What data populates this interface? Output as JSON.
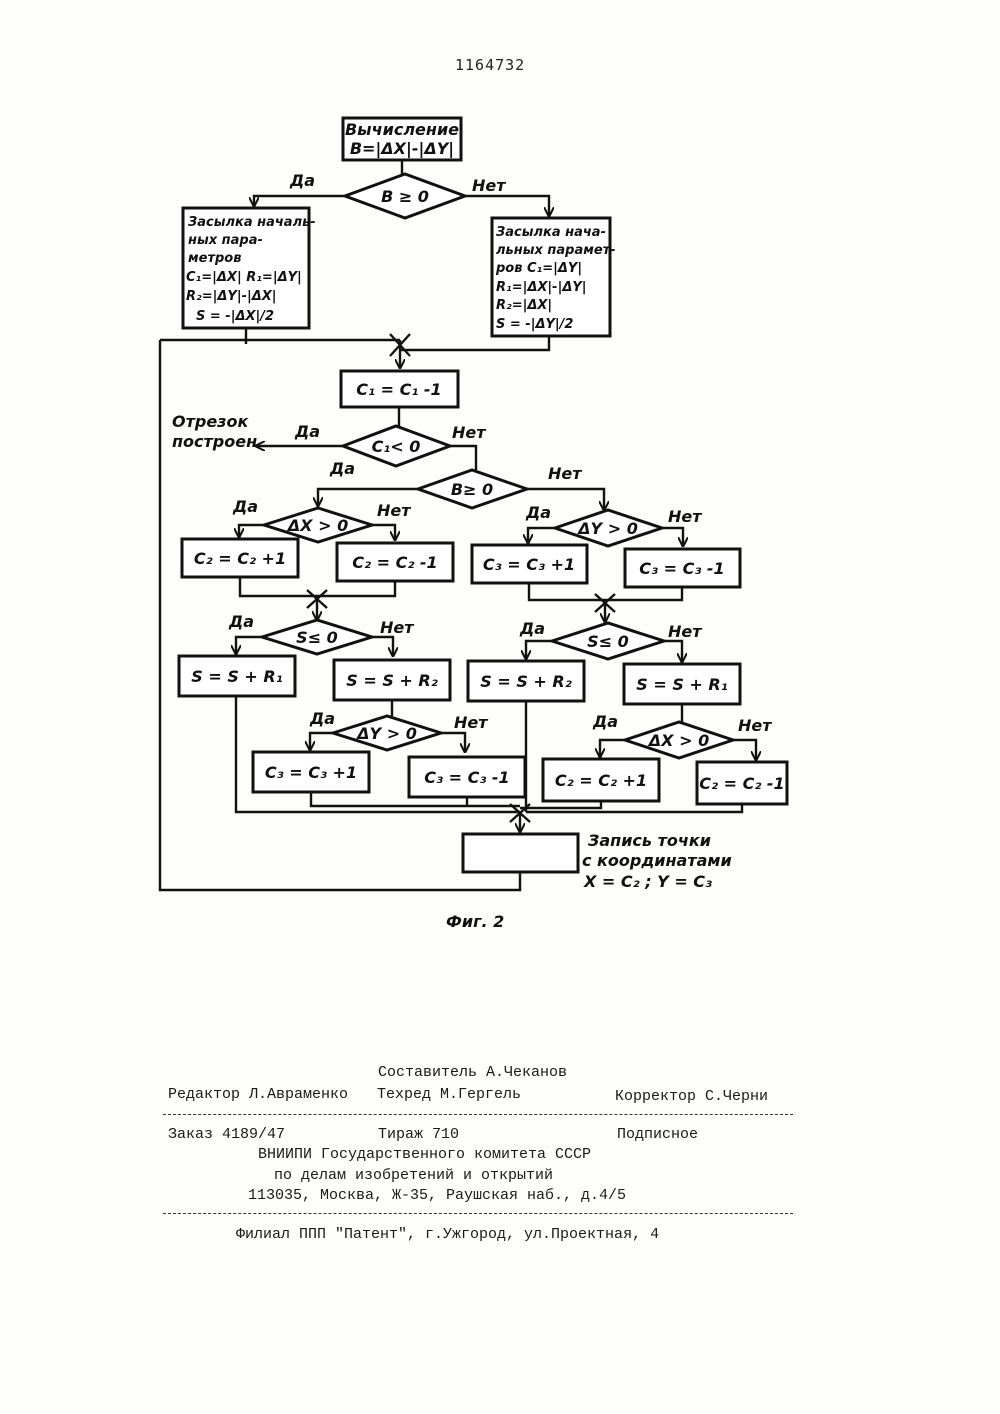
{
  "page_number": "1164732",
  "flowchart": {
    "start_box": [
      "Вычисление",
      "B=|ΔX|-|ΔY|"
    ],
    "cond_b_top": "B ≥ 0",
    "yes": "Да",
    "no": "Нет",
    "left_init_box": [
      "Засылка началь-",
      "ных пара-",
      "метров",
      "C₁=|ΔX| R₁=|ΔY|",
      "R₂=|ΔY|-|ΔX|",
      "S = -|ΔX|/2"
    ],
    "right_init_box": [
      "Засылка нача-",
      "льных парамет-",
      "ров C₁=|ΔY|",
      "R₁=|ΔX|-|ΔY|",
      "R₂=|ΔX|",
      "S = -|ΔY|/2"
    ],
    "decrement_box": "C₁ = C₁ -1",
    "cond_c1": "C₁< 0",
    "segment_done": [
      "Отрезок",
      "построен"
    ],
    "cond_b_mid": "B≥ 0",
    "cond_dx_left": "ΔX > 0",
    "cond_dy_right": "ΔY > 0",
    "c2_plus": "C₂ = C₂ +1",
    "c2_minus": "C₂ = C₂ -1",
    "c3_plus": "C₃ = C₃ +1",
    "c3_minus": "C₃ = C₃ -1",
    "cond_s_left": "S≤ 0",
    "cond_s_right": "S≤ 0",
    "s_plus_r1": "S = S + R₁",
    "s_plus_r2": "S = S + R₂",
    "cond_dy_low": "ΔY > 0",
    "cond_dx_low": "ΔX > 0",
    "record_point_label": [
      "Запись точки",
      "с координатами",
      "X = C₂ ; Y = C₃"
    ],
    "figure_caption": "Фиг. 2"
  },
  "imprint": {
    "compiler": "Составитель А.Чеканов",
    "editor": "Редактор Л.Авраменко",
    "techred": "Техред М.Гергель",
    "corrector": "Корректор С.Черни",
    "order": "Заказ 4189/47",
    "circulation": "Тираж 710",
    "subscription": "Подписное",
    "org_line1": "ВНИИПИ Государственного комитета СССР",
    "org_line2": "по делам изобретений и открытий",
    "org_line3": "113035, Москва, Ж-35, Раушская наб., д.4/5",
    "branch": "Филиал ППП \"Патент\", г.Ужгород, ул.Проектная, 4"
  }
}
